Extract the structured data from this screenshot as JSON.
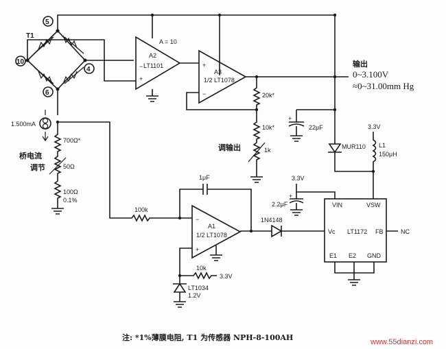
{
  "bridge": {
    "name": "T1",
    "nodes": [
      "5",
      "10",
      "4",
      "6"
    ]
  },
  "amps": {
    "a2": {
      "gain": "A = 10",
      "name": "A2",
      "part": "LT1101"
    },
    "a3": {
      "name": "A3",
      "part": "1/2 LT1078"
    },
    "a1": {
      "name": "A1",
      "part": "1/2 LT1078"
    }
  },
  "output": {
    "title": "输出",
    "range_v": "0~3.100V",
    "range_p": "≈0~31.00mm Hg"
  },
  "current_source": "1.500mA",
  "resistors": {
    "r700": "700Ω*",
    "r50": "50Ω",
    "r100": "100Ω",
    "r100_tol": "0.1%",
    "r20k": "20k*",
    "r10k": "10k*",
    "r1k": "1k",
    "r100k": "100k",
    "r10k_b": "10k"
  },
  "labels": {
    "bridge_adj": [
      "桥电流",
      "调节"
    ],
    "out_adj": "调输出"
  },
  "caps": {
    "c1uf": "1μF",
    "c22uf": "22μF",
    "c22uf_b": "2.2μF"
  },
  "supplies": {
    "v33_a": "3.3V",
    "v33_b": "3.3V",
    "v33_c": "3.3V"
  },
  "diodes": {
    "d1": "1N4148",
    "d2": "MUR110",
    "ref": [
      "LT1034",
      "1.2V"
    ]
  },
  "inductor": {
    "name": "L1",
    "value": "150μH"
  },
  "regulator": {
    "part": "LT1172",
    "pins": {
      "vin": "VIN",
      "vsw": "VSW",
      "vc": "Vc",
      "fb": "FB",
      "e1": "E1",
      "e2": "E2",
      "gnd": "GND"
    },
    "nc": "NC"
  },
  "footnote": "注: *1%薄膜电阻, T1 为传感器 NPH-8-100AH",
  "watermark": "www.55dianzi.com"
}
